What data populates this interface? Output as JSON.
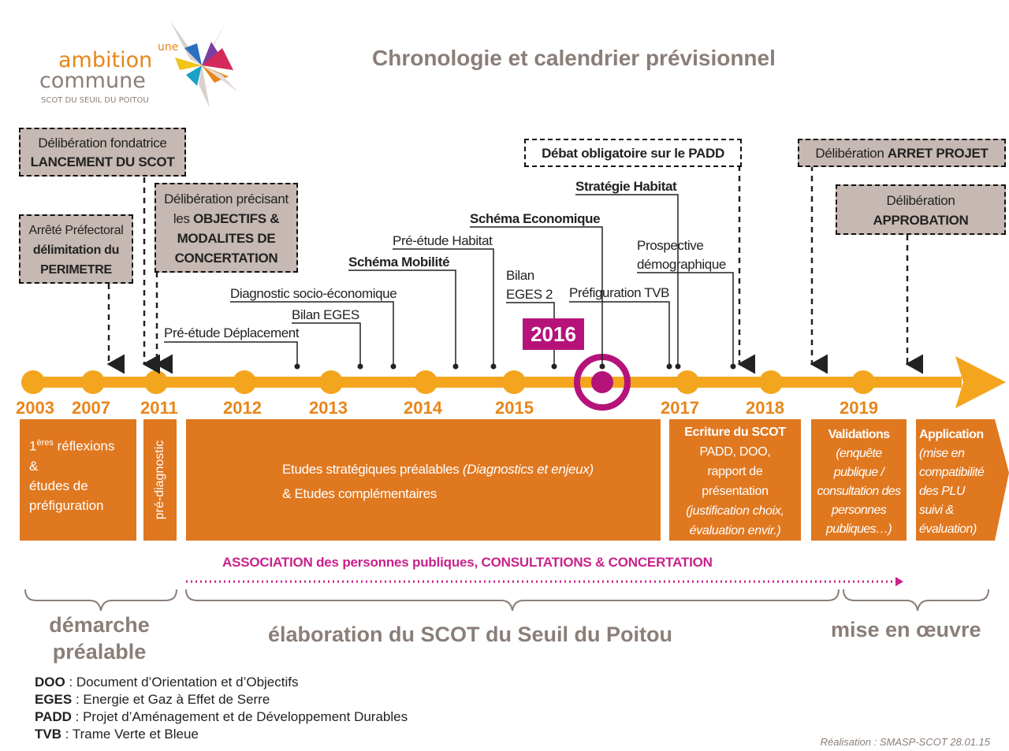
{
  "logo": {
    "une": "une",
    "ambition": "ambition",
    "commune": "commune",
    "subtitle": "SCOT DU SEUIL DU POITOU"
  },
  "title": "Chronologie et calendrier prévisionnel",
  "years": [
    "2003",
    "2007",
    "2011",
    "2012",
    "2013",
    "2014",
    "2015",
    "2017",
    "2018",
    "2019"
  ],
  "highlight_year": "2016",
  "boxes": {
    "fondatrice": {
      "line1": "Délibération fondatrice",
      "line2": "LANCEMENT DU SCOT"
    },
    "perimetre": {
      "line1": "Arrêté Préfectoral",
      "line2": "délimitation du",
      "line3": "PERIMETRE"
    },
    "objectifs": {
      "line1": "Délibération précisant",
      "line2_pre": "les ",
      "line2_bold": "OBJECTIFS &",
      "line3": "MODALITES DE",
      "line4": "CONCERTATION"
    },
    "padd": "Débat obligatoire sur le PADD",
    "arret": {
      "pre": "Délibération ",
      "bold": "ARRET PROJET"
    },
    "approbation": {
      "line1": "Délibération",
      "line2": "APPROBATION"
    }
  },
  "milestones": {
    "deplacement": "Pré-étude Déplacement",
    "bilan_eges": "Bilan EGES",
    "diagnostic": "Diagnostic socio-économique",
    "mobilite": "Schéma Mobilité",
    "pre_habitat": "Pré-étude Habitat",
    "economique": "Schéma Economique",
    "bilan2_l1": "Bilan",
    "bilan2_l2": "EGES 2",
    "tvb": "Préfiguration TVB",
    "strategie": "Stratégie Habitat",
    "prospective_l1": "Prospective",
    "prospective_l2": "démographique"
  },
  "phases": {
    "reflexions": {
      "sup_pre": "1",
      "sup": "ères",
      "l1": " réflexions",
      "l2": "&",
      "l3": "études de",
      "l4": "préfiguration"
    },
    "prediagnostic": "pré-diagnostic",
    "etudes": {
      "l1": "Etudes stratégiques préalables ",
      "l1_it": "(Diagnostics et enjeux)",
      "l2": "& Etudes complémentaires"
    },
    "ecriture": {
      "title": "Ecriture du SCOT",
      "l1": "PADD, DOO,",
      "l2": "rapport de",
      "l3": "présentation",
      "l4": "(justification choix,",
      "l5": "évaluation envir.)"
    },
    "validations": {
      "title": "Validations",
      "l1": "(enquête",
      "l2": "publique /",
      "l3": "consultation des",
      "l4": "personnes",
      "l5": "publiques…)"
    },
    "application": {
      "title": "Application",
      "l1": "(mise en",
      "l2": "compatibilité",
      "l3": "des PLU",
      "l4": "suivi &",
      "l5": "évaluation)"
    }
  },
  "association": "ASSOCIATION des personnes publiques, CONSULTATIONS & CONCERTATION",
  "bottom_phases": {
    "prealable_l1": "démarche",
    "prealable_l2": "préalable",
    "elaboration": "élaboration du SCOT du Seuil du Poitou",
    "oeuvre": "mise en œuvre"
  },
  "glossary": [
    {
      "abbr": "DOO",
      "text": " : Document d’Orientation et d’Objectifs"
    },
    {
      "abbr": "EGES",
      "text": " : Energie et Gaz à Effet de Serre"
    },
    {
      "abbr": "PADD",
      "text": " : Projet d’Aménagement et de Développement Durables"
    },
    {
      "abbr": "TVB",
      "text": " : Trame Verte et Bleue"
    }
  ],
  "credit": "Réalisation : SMASP-SCOT 28.01.15",
  "colors": {
    "orange": "#e07820",
    "timeline": "#f4a51e",
    "magenta": "#b5137a",
    "gray_text": "#8a7e78",
    "box_gray": "#c6b8b2"
  }
}
